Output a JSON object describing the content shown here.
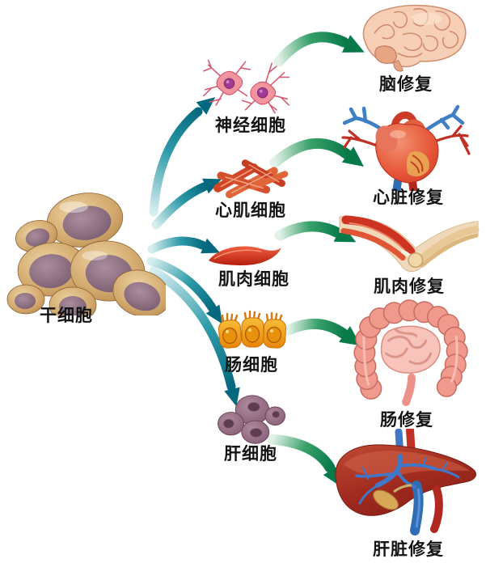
{
  "diagram": {
    "source": {
      "label": "干细胞"
    },
    "branches": [
      {
        "id": "nerve",
        "cell_label": "神经细胞",
        "organ_label": "脑修复",
        "cell_icon": "neuron-cells-icon",
        "organ_icon": "brain-icon"
      },
      {
        "id": "cardiac",
        "cell_label": "心肌细胞",
        "organ_label": "心脏修复",
        "cell_icon": "cardiac-muscle-cells-icon",
        "organ_icon": "heart-icon"
      },
      {
        "id": "muscle",
        "cell_label": "肌肉细胞",
        "organ_label": "肌肉修复",
        "cell_icon": "muscle-cell-icon",
        "organ_icon": "arm-muscle-icon"
      },
      {
        "id": "intestine",
        "cell_label": "肠细胞",
        "organ_label": "肠修复",
        "cell_icon": "intestinal-cells-icon",
        "organ_icon": "intestine-icon"
      },
      {
        "id": "liver",
        "cell_label": "肝细胞",
        "organ_label": "肝脏修复",
        "cell_icon": "liver-cells-icon",
        "organ_icon": "liver-icon"
      }
    ],
    "colors": {
      "background": "#ffffff",
      "label_text": "#141414",
      "stage1_arrow_dark": "#04687e",
      "stage1_arrow_light": "#d6eef0",
      "stage2_arrow_dark": "#077a4a",
      "stage2_arrow_light": "#e2f2e8",
      "stem_cell_body": "#c49а63",
      "stem_cell_nucleus": "#8f7084"
    }
  }
}
